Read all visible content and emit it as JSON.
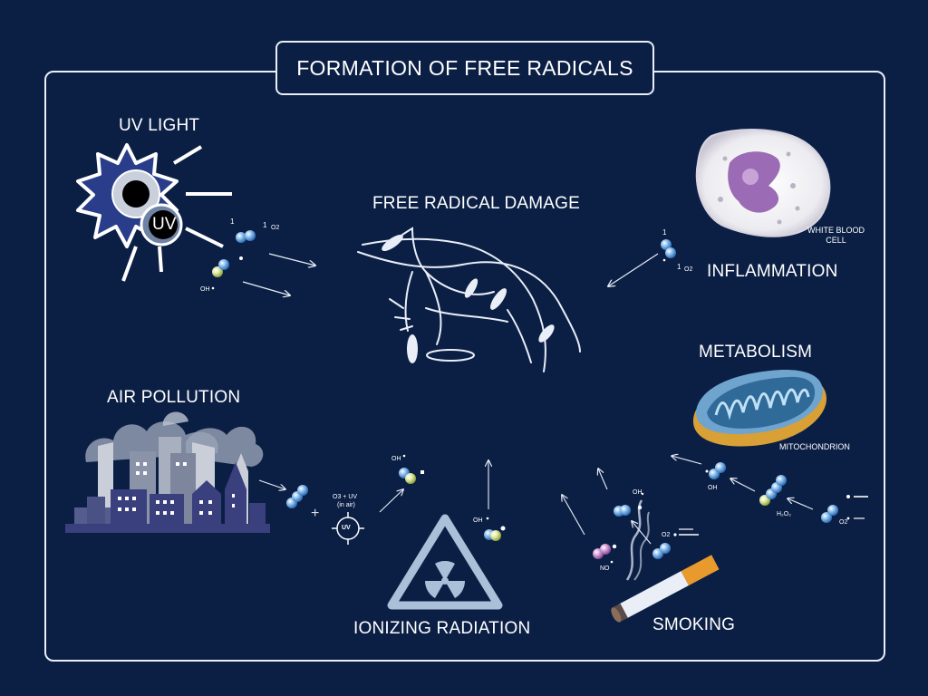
{
  "title": "FORMATION OF FREE RADICALS",
  "center": {
    "label": "FREE RADICAL DAMAGE"
  },
  "sources": {
    "uv_light": {
      "label": "UV LIGHT",
      "badge": "UV",
      "oh": "OH",
      "singlet_1a": "1",
      "singlet_1b": "1",
      "o2": "O2"
    },
    "inflammation": {
      "label": "INFLAMMATION",
      "cell_caption": "WHITE BLOOD\nCELL",
      "singlet_1a": "1",
      "singlet_1b": "1",
      "o2": "O2"
    },
    "metabolism": {
      "label": "METABOLISM",
      "organelle_caption": "MITOCHONDRION",
      "oh": "OH",
      "h2o2": "H₂O₂",
      "o2": "O2"
    },
    "air_pollution": {
      "label": "AIR POLLUTION",
      "reaction": "O3 + UV",
      "reaction_sub": "(in air)",
      "uv_badge": "UV",
      "plus": "+"
    },
    "ionizing_radiation": {
      "label": "IONIZING RADIATION",
      "oh_a": "OH",
      "oh_b": "OH"
    },
    "smoking": {
      "label": "SMOKING",
      "oh": "OH",
      "no": "NO",
      "o2": "O2"
    }
  },
  "colors": {
    "background": "#0b1f45",
    "line": "#e9eef7",
    "molecule": "#4f8fd8",
    "wbc_nucleus": "#9b6bb5",
    "mito_outer": "#d9a035",
    "mito_inner": "#4a86b8",
    "city": "#3a3f7d",
    "cigarette_filter": "#e89a2c"
  }
}
